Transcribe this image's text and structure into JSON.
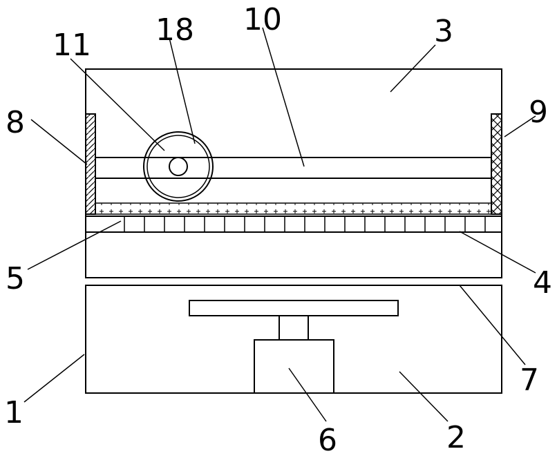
{
  "labels": {
    "l1": "1",
    "l2": "2",
    "l3": "3",
    "l4": "4",
    "l5": "5",
    "l6": "6",
    "l7": "7",
    "l8": "8",
    "l9": "9",
    "l10": "10",
    "l11": "11",
    "l18": "18"
  },
  "colors": {
    "line": "#000000",
    "background": "#ffffff"
  }
}
